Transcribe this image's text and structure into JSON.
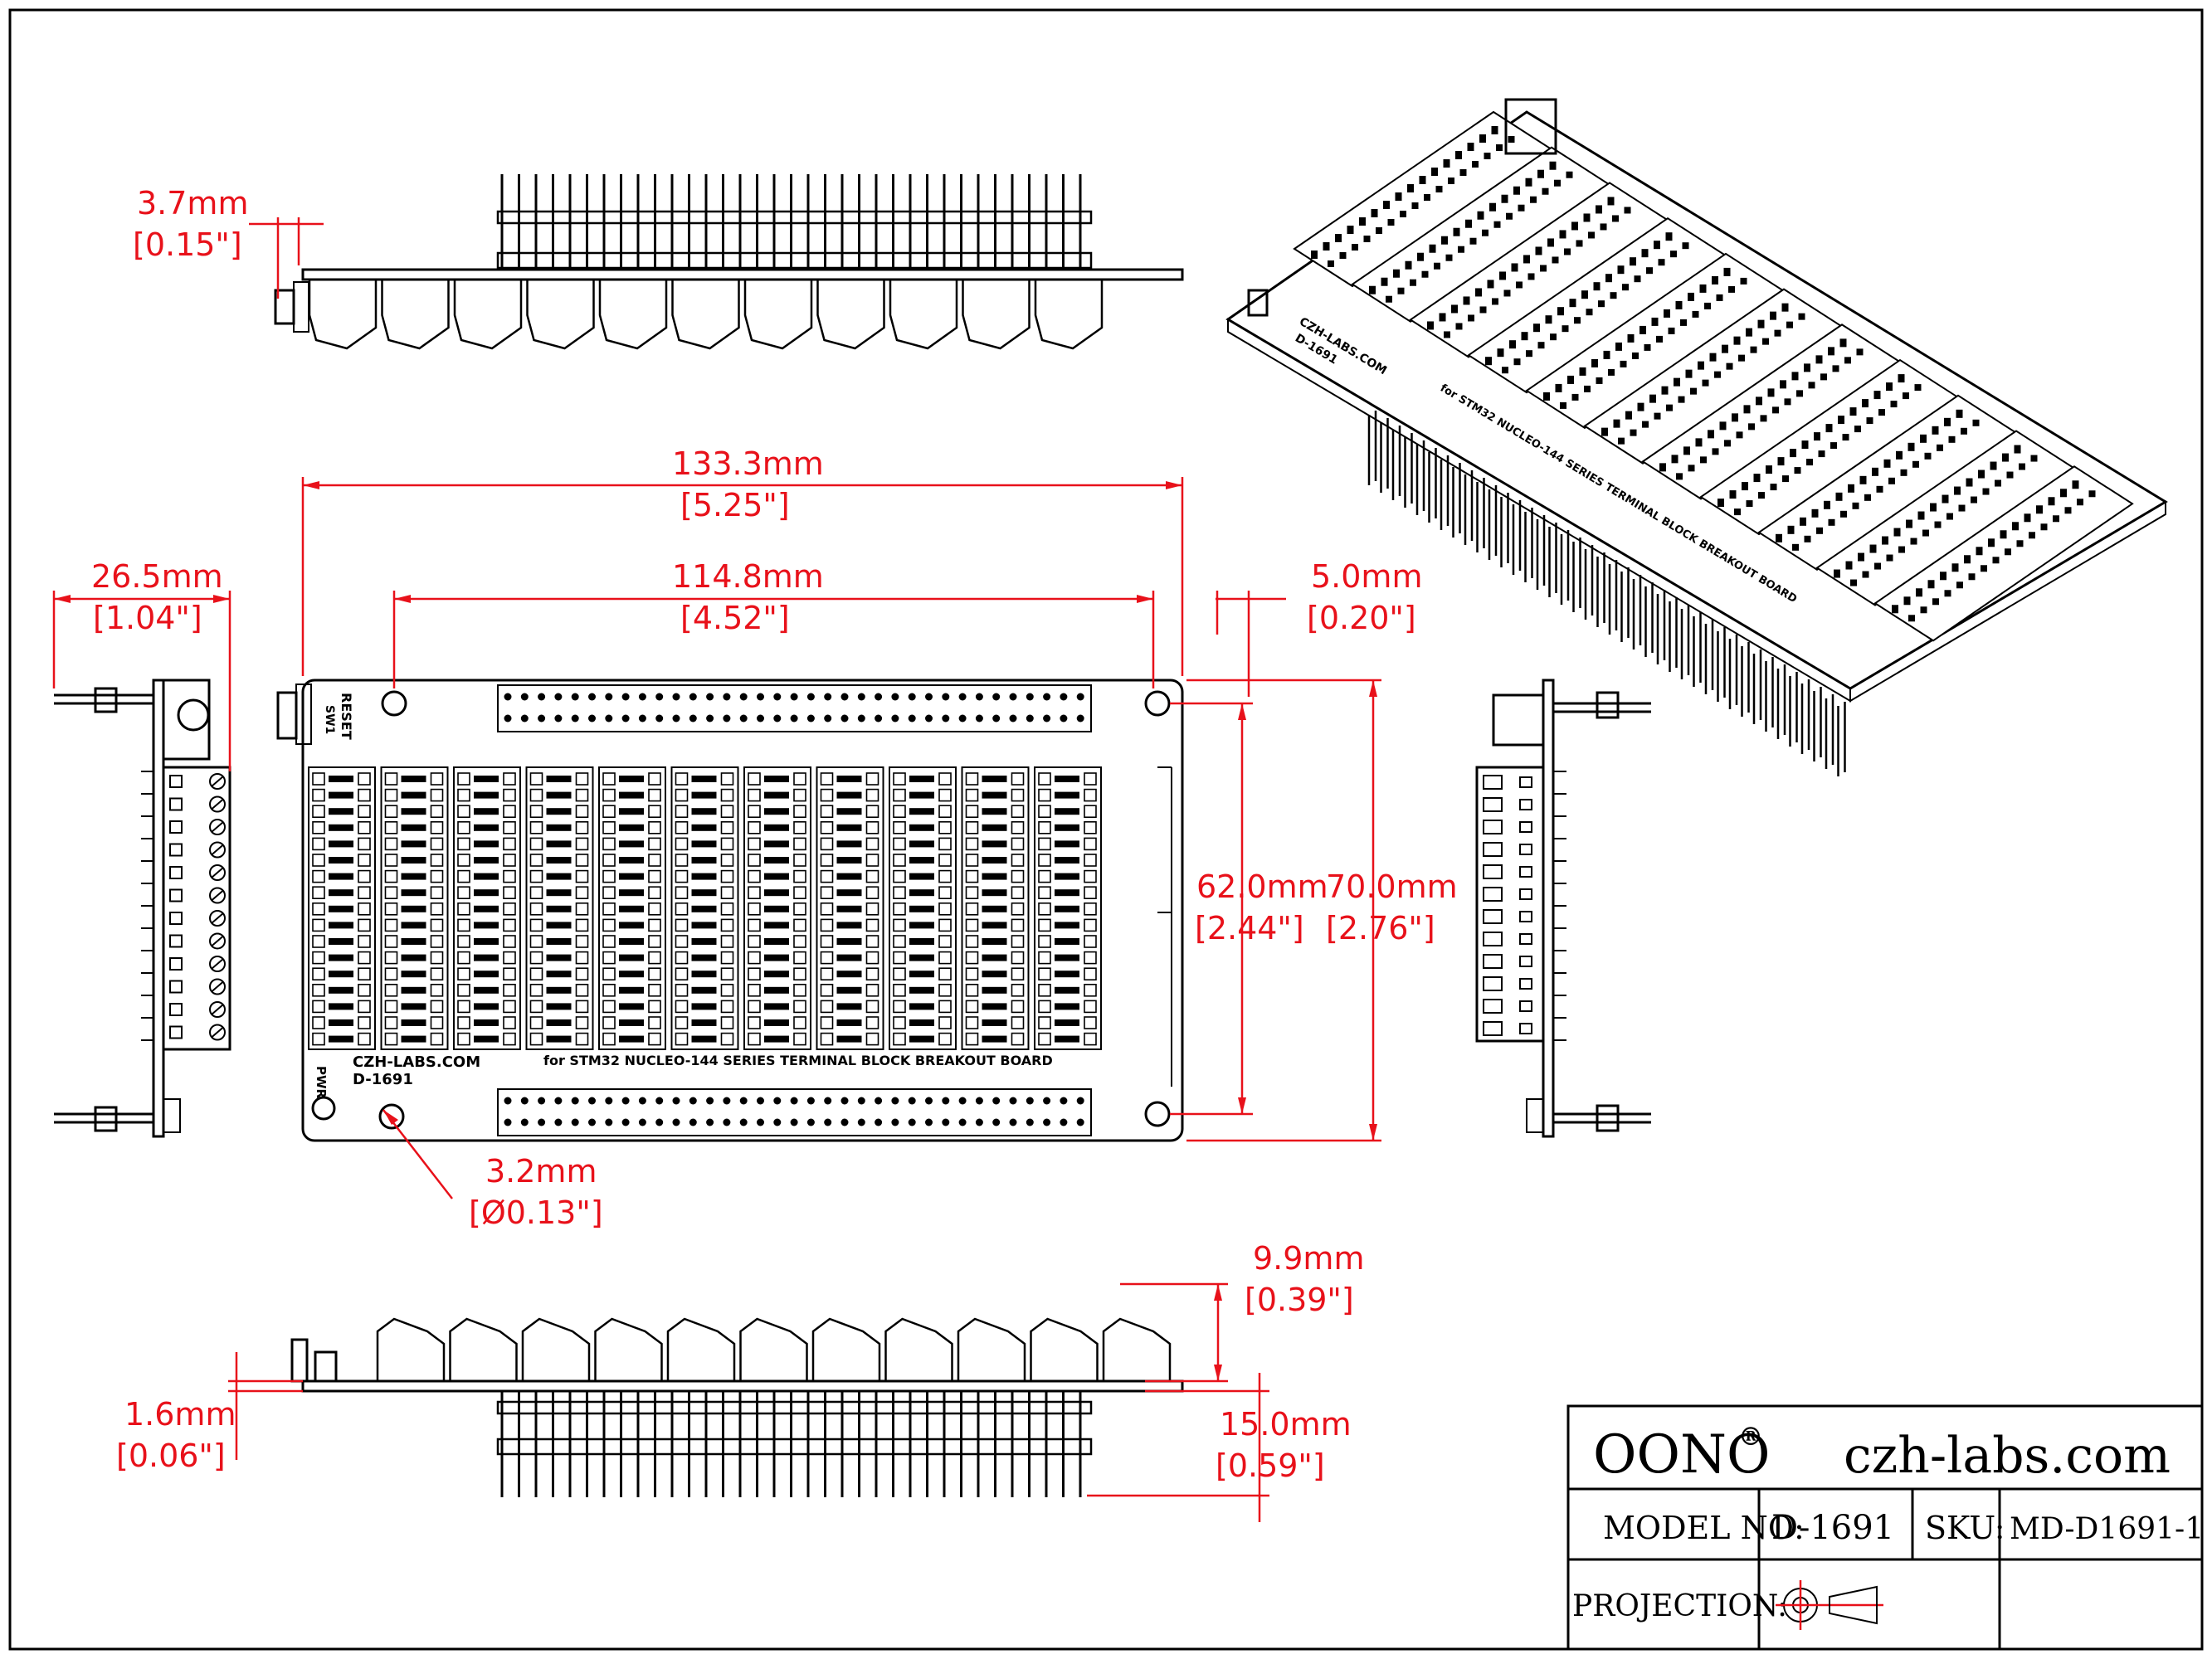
{
  "title_block": {
    "brand": "OONO",
    "brand_mark": "®",
    "website": "czh-labs.com",
    "model_label": "MODEL NO:",
    "model_value": "D-1691",
    "sku_label": "SKU:",
    "sku_value": "MD-D1691-1",
    "projection_label": "PROJECTION:",
    "projection_icon": "third-angle-projection-icon"
  },
  "dimensions": {
    "pin_offset": {
      "mm": "3.7mm",
      "in": "[0.15\"]"
    },
    "overall_length": {
      "mm": "133.3mm",
      "in": "[5.25\"]"
    },
    "hole_spacing_x": {
      "mm": "114.8mm",
      "in": "[4.52\"]"
    },
    "edge_offset": {
      "mm": "5.0mm",
      "in": "[0.20\"]"
    },
    "side_depth": {
      "mm": "26.5mm",
      "in": "[1.04\"]"
    },
    "hole_spacing_y": {
      "mm": "62.0mm",
      "in": "[2.44\"]"
    },
    "overall_width": {
      "mm": "70.0mm",
      "in": "[2.76\"]"
    },
    "hole_diameter": {
      "mm": "3.2mm",
      "in": "[Ø0.13\"]"
    },
    "block_height": {
      "mm": "9.9mm",
      "in": "[0.39\"]"
    },
    "pcb_thickness": {
      "mm": "1.6mm",
      "in": "[0.06\"]"
    },
    "pin_length": {
      "mm": "15.0mm",
      "in": "[0.59\"]"
    }
  },
  "board": {
    "silk_brand": "CZH-LABS.COM",
    "silk_model": "D-1691",
    "silk_title": "for STM32 NUCLEO-144 SERIES TERMINAL BLOCK BREAKOUT BOARD",
    "reset_label": "RESET",
    "switch_label": "SW1",
    "power_label": "PWR"
  },
  "colors": {
    "dimension": "#e8111a",
    "outline": "#000000"
  }
}
